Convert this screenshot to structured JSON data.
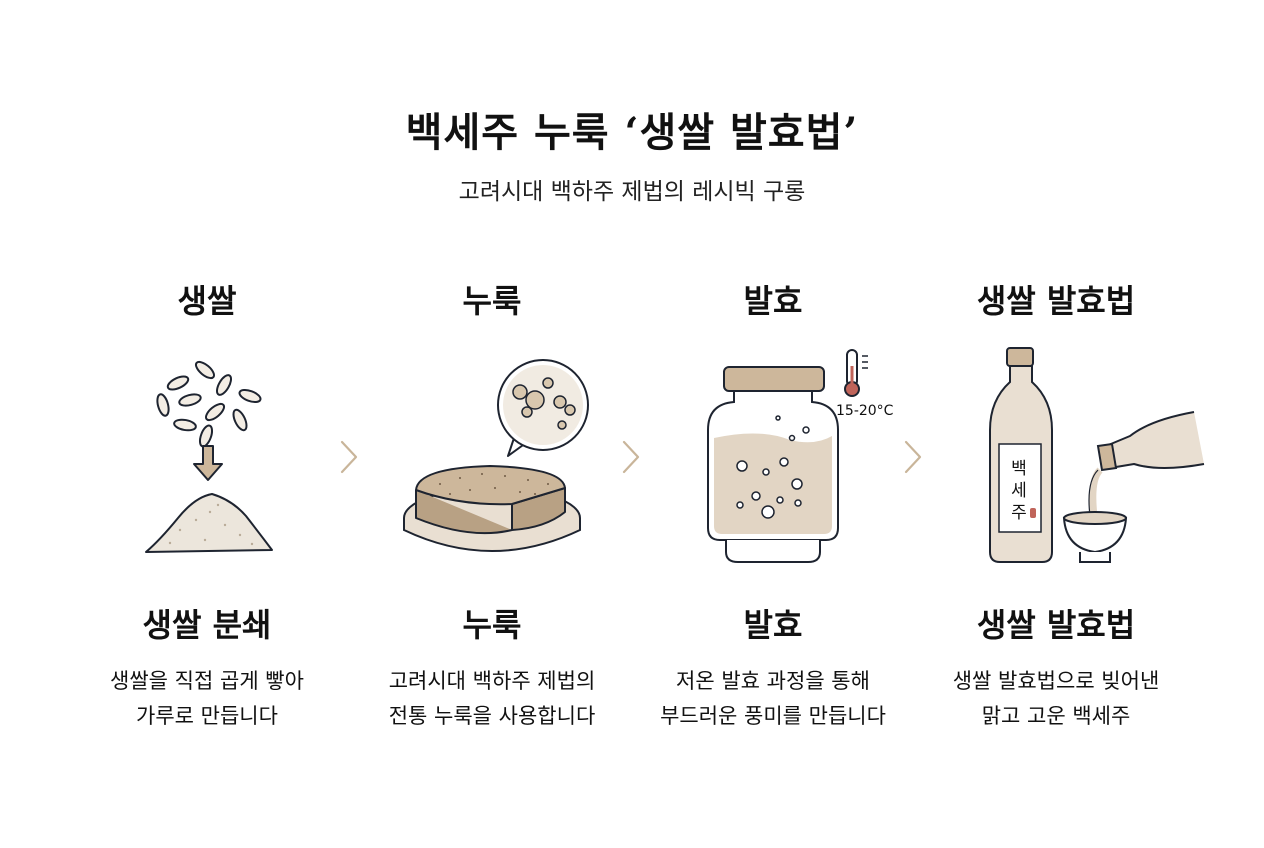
{
  "header": {
    "title": "백세주 누룩 ‘생쌀 발효법’",
    "subtitle": "고려시대 백하주 제법의 레시빅 구롱"
  },
  "steps": [
    {
      "title": "생쌀",
      "caption": "생쌀 분쇄",
      "desc": [
        "생쌀을 직접 곱게 빻아",
        "가루로 만듭니다"
      ]
    },
    {
      "title": "누룩",
      "caption": "누룩",
      "desc": [
        "고려시대 백하주 제법의",
        "전통 누룩을 사용합니다"
      ]
    },
    {
      "title": "발효",
      "caption": "발효",
      "desc": [
        "저온 발효 과정을 통해",
        "부드러운 풍미를 만듭니다"
      ]
    },
    {
      "title": "생쌀 발효법",
      "caption": "생쌀 발효법",
      "desc": [
        "생쌀 발효법으로 빚어낸",
        "맑고 고운 백세주"
      ]
    }
  ],
  "labels": {
    "temperature": "15-20°C",
    "bottle_label": [
      "백",
      "세",
      "주"
    ]
  },
  "icons": [
    "rice-grains-icon",
    "down-arrow-icon",
    "rice-powder-icon",
    "nuruk-cake-icon",
    "magnifier-bubble-icon",
    "fermentation-jar-icon",
    "thermometer-icon",
    "bottle-icon",
    "pouring-bottle-icon",
    "cup-icon",
    "chevron-right-icon"
  ],
  "colors": {
    "beige": "#e9dfd2",
    "tan": "#cdb79b",
    "outline": "#1e2430",
    "chevron": "#c9b59a"
  }
}
